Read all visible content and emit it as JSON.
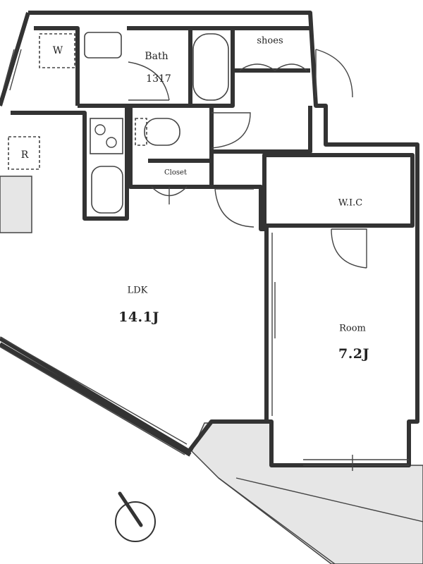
{
  "rooms": {
    "ldk": {
      "name": "LDK",
      "size": "14.1J"
    },
    "room": {
      "name": "Room",
      "size": "7.2J"
    },
    "bath": {
      "name": "Bath",
      "size": "1317"
    },
    "wic": {
      "name": "W.I.C"
    },
    "shoes": {
      "name": "shoes"
    },
    "closet": {
      "name": "Closet"
    },
    "washer": {
      "name": "W"
    },
    "fridge": {
      "name": "R"
    }
  }
}
